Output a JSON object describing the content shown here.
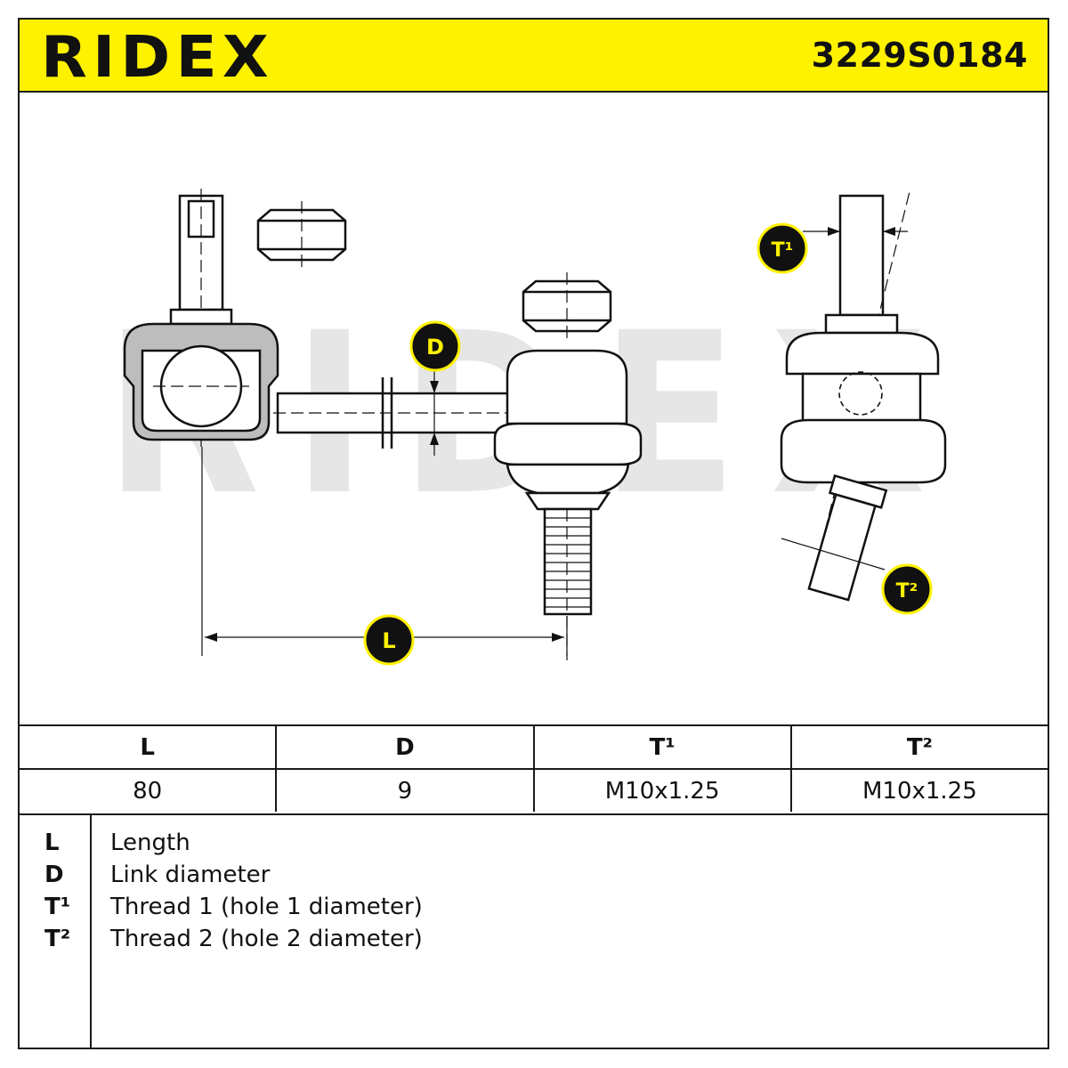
{
  "header": {
    "brand": "RIDEX",
    "part_number": "3229S0184",
    "background_color": "#fff200"
  },
  "drawing": {
    "watermark": "RIDEX",
    "callouts": {
      "length": "L",
      "diameter": "D",
      "thread1": "T¹",
      "thread2": "T²"
    },
    "callout_fill": "#111111",
    "callout_ring": "#fff200"
  },
  "spec_table": {
    "headers": [
      "L",
      "D",
      "T¹",
      "T²"
    ],
    "values": [
      "80",
      "9",
      "M10x1.25",
      "M10x1.25"
    ]
  },
  "legend": {
    "items": [
      {
        "key": "L",
        "desc": "Length"
      },
      {
        "key": "D",
        "desc": "Link diameter"
      },
      {
        "key": "T¹",
        "desc": "Thread 1 (hole 1 diameter)"
      },
      {
        "key": "T²",
        "desc": "Thread 2 (hole 2 diameter)"
      }
    ]
  }
}
